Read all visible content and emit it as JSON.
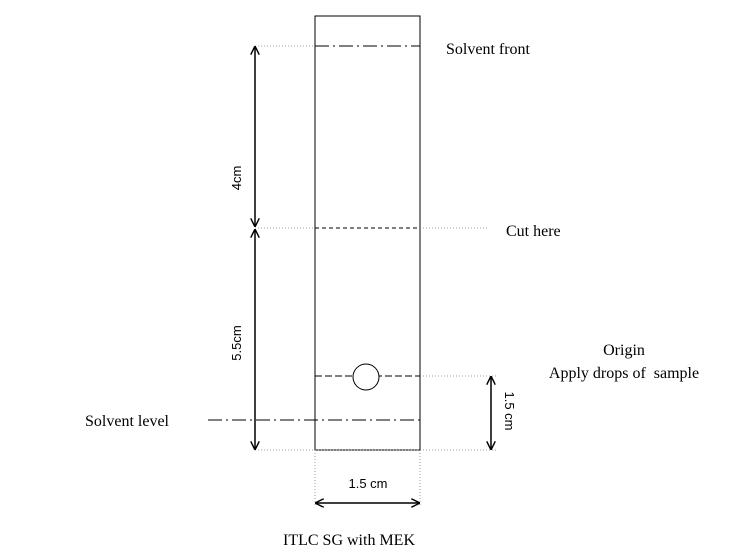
{
  "labels": {
    "solvent_front": "Solvent front",
    "cut_here": "Cut here",
    "origin": "Origin",
    "apply_drops": "Apply drops of  sample",
    "solvent_level": "Solvent level",
    "caption": "ITLC SG with MEK"
  },
  "dimensions": {
    "top_span": "4cm",
    "bottom_span": "5.5cm",
    "origin_height": "1.5 cm",
    "strip_width": "1.5 cm"
  },
  "colors": {
    "line": "#000000",
    "guide": "#808080",
    "background": "#ffffff"
  }
}
